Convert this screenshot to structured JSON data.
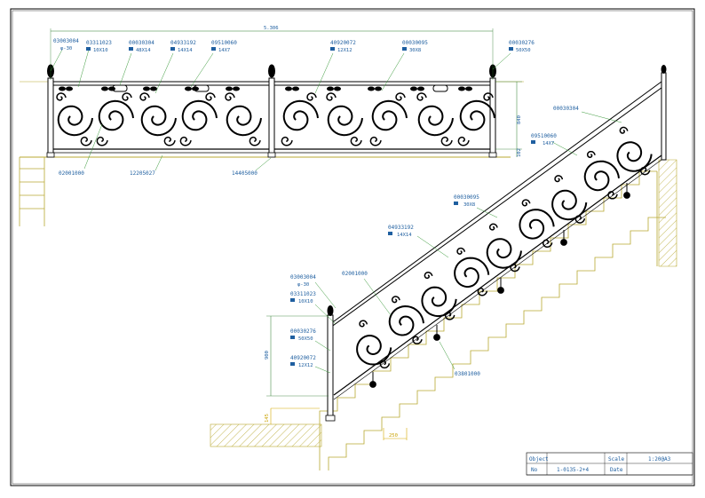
{
  "front_view": {
    "overall_width": "5.306",
    "height": "840",
    "base_height": "102",
    "callouts": [
      {
        "code": "03003004",
        "size": "φ-30"
      },
      {
        "code": "03311023",
        "size": "10X10"
      },
      {
        "code": "00030304",
        "size": "48X14"
      },
      {
        "code": "04933192",
        "size": "14X14"
      },
      {
        "code": "09510060",
        "size": "14X7"
      },
      {
        "code": "40920072",
        "size": "12X12"
      },
      {
        "code": "00030095",
        "size": "30X8"
      },
      {
        "code": "00030276",
        "size": "50X50"
      },
      {
        "code": "02001000",
        "size": ""
      },
      {
        "code": "12205027",
        "size": ""
      },
      {
        "code": "14405000",
        "size": ""
      }
    ]
  },
  "stair_view": {
    "height": "900",
    "tread": "250",
    "riser": "145",
    "callouts": [
      {
        "code": "00030304",
        "size": ""
      },
      {
        "code": "09510060",
        "size": "14X7"
      },
      {
        "code": "00030095",
        "size": "30X8"
      },
      {
        "code": "04933192",
        "size": "14X14"
      },
      {
        "code": "02001000",
        "size": ""
      },
      {
        "code": "03003004",
        "size": "φ-30"
      },
      {
        "code": "03311023",
        "size": "10X10"
      },
      {
        "code": "00030276",
        "size": "50X50"
      },
      {
        "code": "40920072",
        "size": "12X12"
      },
      {
        "code": "03801000",
        "size": ""
      }
    ]
  },
  "title_block": {
    "object_label": "Object",
    "object_value": "",
    "scale_label": "Scale",
    "scale_value": "1:20@A3",
    "no_label": "No",
    "no_value": "1-0135-2+4",
    "date_label": "Date",
    "date_value": ""
  },
  "colors": {
    "line": "#000000",
    "blue_text": "#1f5fa0",
    "green_leader": "#3a9a3a",
    "hatch": "#b8a830",
    "dim_yellow": "#d4a800"
  }
}
